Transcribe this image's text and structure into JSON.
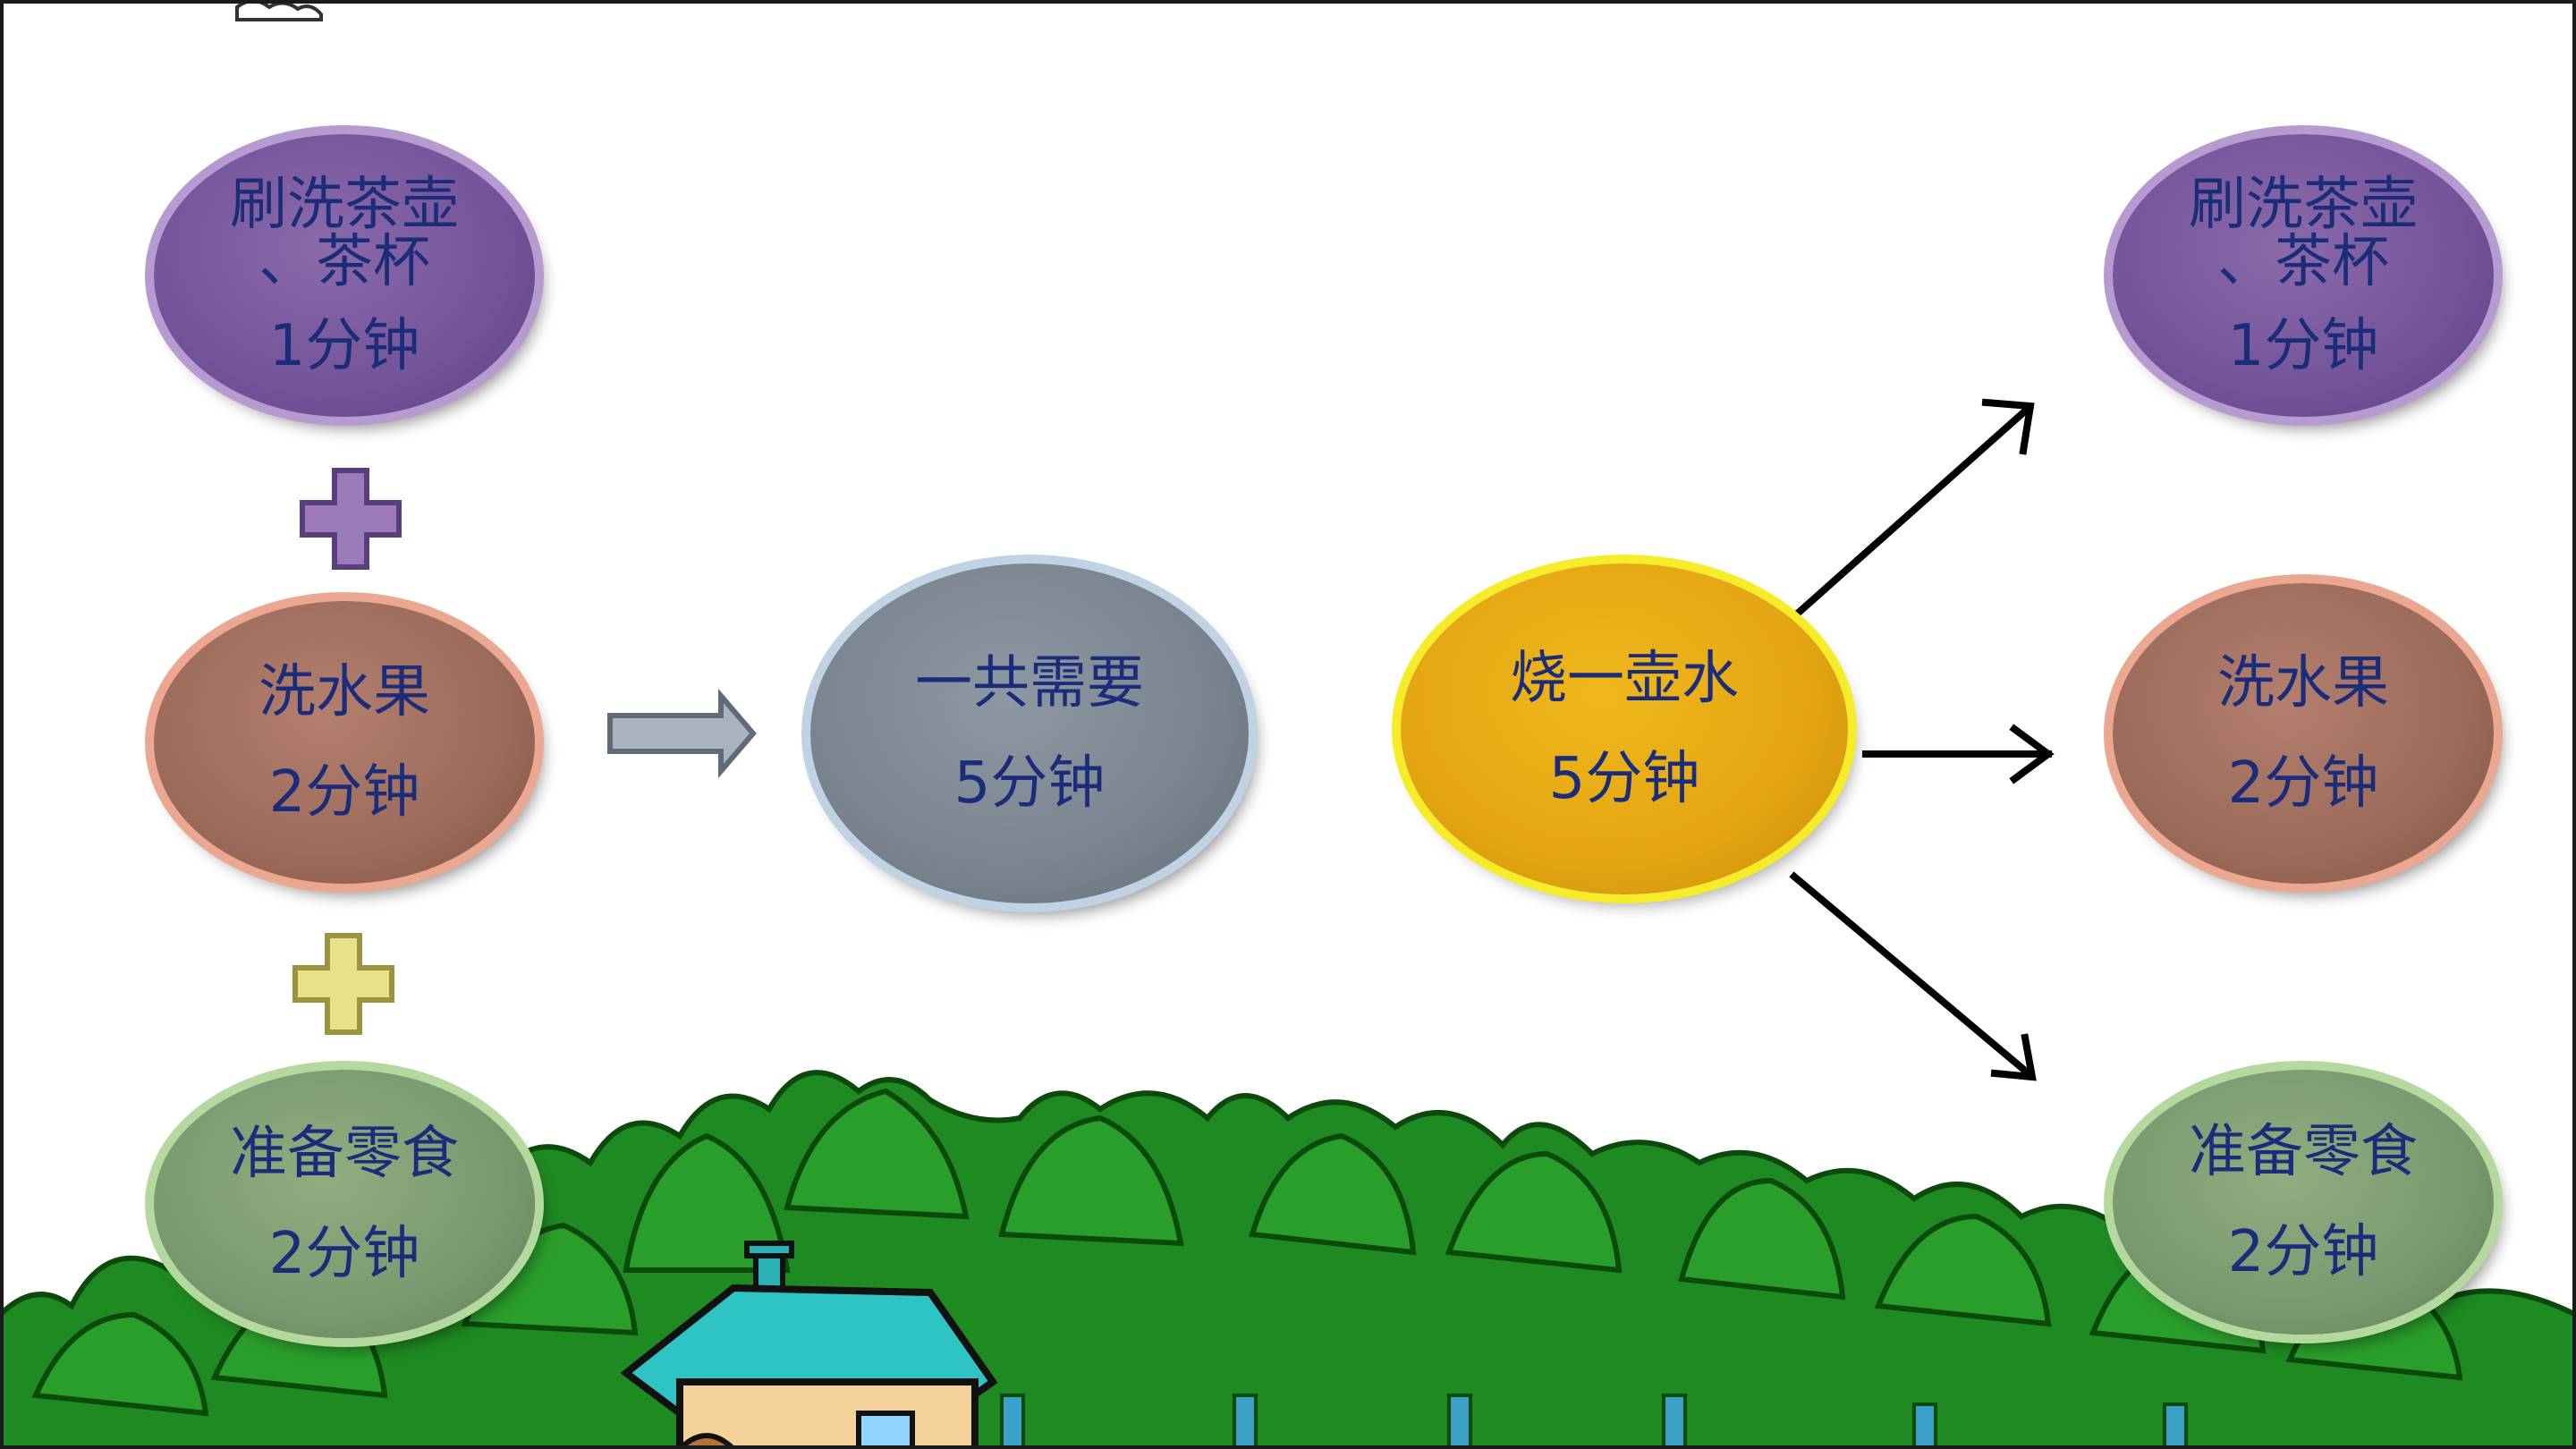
{
  "diagram": {
    "left_column": [
      {
        "name": "刷洗茶壶",
        "name_line2": "、茶杯",
        "time": "1分钟"
      },
      {
        "name": "洗水果",
        "time": "2分钟"
      },
      {
        "name": "准备零食",
        "time": "2分钟"
      }
    ],
    "total": {
      "label": "一共需要",
      "time": "5分钟"
    },
    "center": {
      "label": "烧一壶水",
      "time": "5分钟"
    },
    "right_column": [
      {
        "name": "刷洗茶壶",
        "name_line2": "、茶杯",
        "time": "1分钟"
      },
      {
        "name": "洗水果",
        "time": "2分钟"
      },
      {
        "name": "准备零食",
        "time": "2分钟"
      }
    ],
    "colors": {
      "purple": "#74549a",
      "brown": "#9c6b5b",
      "green": "#7a9970",
      "grey": "#79848f",
      "gold": "#e4a512",
      "text": "#1b2d7a"
    }
  }
}
